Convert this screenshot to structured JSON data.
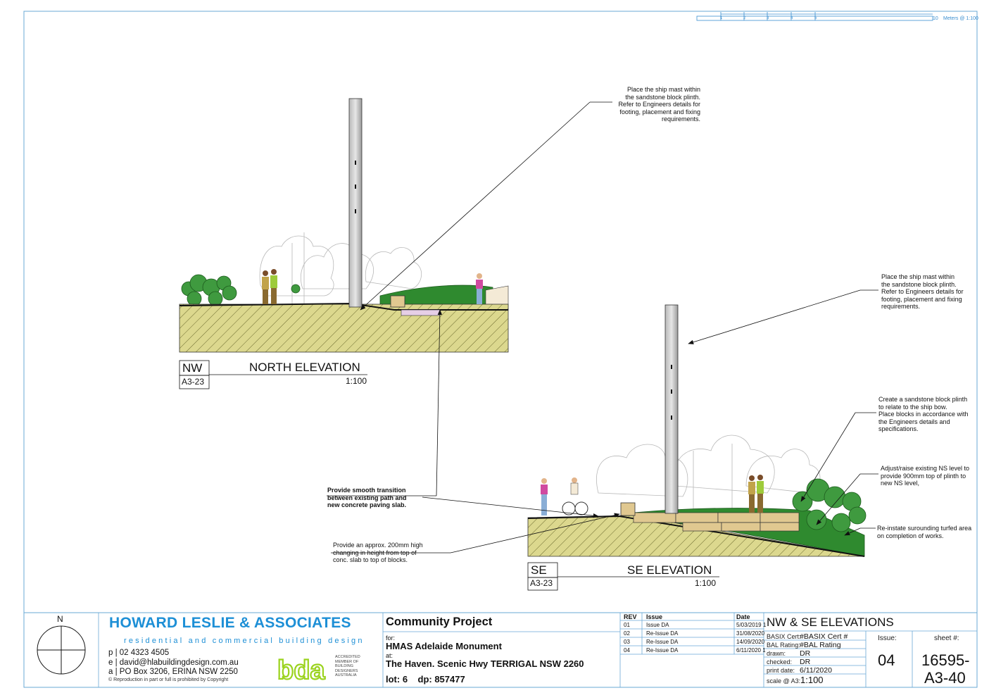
{
  "scale_bar": {
    "labels": [
      "1",
      "2",
      "3",
      "4",
      "5",
      "10"
    ],
    "caption": "Meters @ 1:100"
  },
  "notes": {
    "nw_mast": "Place the ship mast within\nthe sandstone block plinth.\nRefer to Engineers details for\nfooting, placement and fixing\nrequirements.",
    "se_mast": "Place the ship mast within\nthe sandstone block plinth.\nRefer to Engineers details for\nfooting, placement and fixing\nrequirements.",
    "plinth": "Create a sandstone block plinth\nto relate to the ship bow.\nPlace blocks in accordance with\nthe Engineers details and\nspecifications.",
    "ns_level": "Adjust/raise existing NS level to\nprovide 900mm top of plinth to\nnew NS level,",
    "turf": "Re-instate surounding turfed area\non completion of works.",
    "transition": "Provide smooth transition\nbetween existing path and\nnew concrete paving slab.",
    "step": "Provide an approx. 200mm high\nchanging in height from top of\nconc. slab to top of blocks."
  },
  "elevations": {
    "nw": {
      "code": "NW",
      "ref": "A3-23",
      "title": "NORTH ELEVATION",
      "scale": "1:100"
    },
    "se": {
      "code": "SE",
      "ref": "A3-23",
      "title": "SE ELEVATION",
      "scale": "1:100"
    }
  },
  "title_block": {
    "north": "N",
    "firm": "HOWARD LESLIE & ASSOCIATES",
    "tagline": "residential and commercial building design",
    "phone": "p | 02 4323 4505",
    "email": "e | david@hlabuildingdesign.com.au",
    "address": "a | PO Box 3206, ERINA  NSW  2250",
    "copyright": "© Reproduction in part or full is prohibited by Copyright",
    "bda_logo": "bda",
    "bda_text": "ACCREDITED\nMEMBER OF\nBUILDING\nDESIGNERS\nAUSTRALIA",
    "project": "Community Project",
    "for_label": "for:",
    "client": "HMAS Adelaide Monument",
    "at_label": "at:",
    "site": "The Haven. Scenic Hwy TERRIGAL NSW 2260",
    "lot": "lot: 6    dp: 857477",
    "rev_headers": {
      "rev": "REV",
      "issue": "Issue",
      "date": "Date"
    },
    "revisions": [
      {
        "rev": "01",
        "issue": "Issue DA",
        "date": "5/03/2019 1"
      },
      {
        "rev": "02",
        "issue": "Re-Issue DA",
        "date": "31/08/2020"
      },
      {
        "rev": "03",
        "issue": "Re-Issue DA",
        "date": "14/09/2020"
      },
      {
        "rev": "04",
        "issue": "Re-Issue DA",
        "date": "6/11/2020 1"
      }
    ],
    "sheet_title": "NW & SE ELEVATIONS",
    "basix_label": "BASIX Cert:",
    "basix_value": "#BASIX Cert #",
    "bal_label": "BAL Rating:",
    "bal_value": "#BAL Rating",
    "drawn_label": "drawn:",
    "drawn_value": "DR",
    "checked_label": "checked:",
    "checked_value": "DR",
    "print_label": "print date:",
    "print_value": "6/11/2020",
    "scale_label": "scale @ A3:",
    "scale_value": "1:100",
    "issue_label": "Issue:",
    "issue_value": "04",
    "sheet_label": "sheet #:",
    "sheet_value_1": "16595-",
    "sheet_value_2": "A3-40"
  },
  "colors": {
    "blue": "#1d8fd6",
    "green": "#9bd31e",
    "earth": "#d8d58c",
    "turf": "#2e7d2e",
    "sandstone": "#c9b98a"
  }
}
